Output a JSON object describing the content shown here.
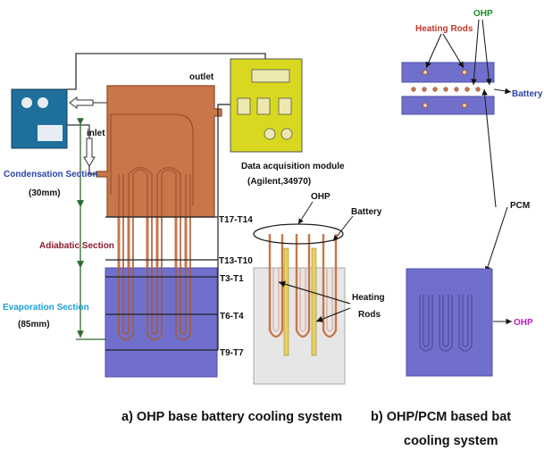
{
  "labels": {
    "outlet": "outlet",
    "inlet": "inlet",
    "condensation_section": "Condensation Section",
    "condensation_length": "(30mm)",
    "adiabatic_section": "Adiabatic Section",
    "evaporation_section": "Evaporation Section",
    "evaporation_length": "(85mm)",
    "data_acquisition_module": "Data acquisition module",
    "data_acquisition_model": "(Agilent,34970)",
    "t17_t14": "T17-T14",
    "t13_t10": "T13-T10",
    "t3_t1": "T3-T1",
    "t6_t4": "T6-T4",
    "t9_t7": "T9-T7",
    "ohp": "OHP",
    "battery": "Battery",
    "heating": "Heating",
    "rods": "Rods",
    "heating_rods": "Heating Rods",
    "ohp_right": "OHP",
    "battery_right": "Battery",
    "pcm": "PCM",
    "ohp_bottom_right": "OHP"
  },
  "captions": {
    "a": "a) OHP base battery cooling system",
    "b_line1": "b) OHP/PCM based bat",
    "b_line2": "cooling system"
  },
  "colors": {
    "copper": "#c8764a",
    "copper_dark": "#8f4a27",
    "evaporator": "#7070cc",
    "pump": "#1f6f9c",
    "daq": "#d8d820",
    "condensation_text": "#2a45a8",
    "adiabatic_text": "#8b1a2e",
    "evaporation_text": "#1da0d8",
    "heating_rods_text": "#c0392b",
    "ohp_right_text": "#1a8a2a",
    "battery_right_text": "#2a45a8",
    "ohp_pink_text": "#c020c0",
    "bracket_green": "#2d6a2d"
  }
}
